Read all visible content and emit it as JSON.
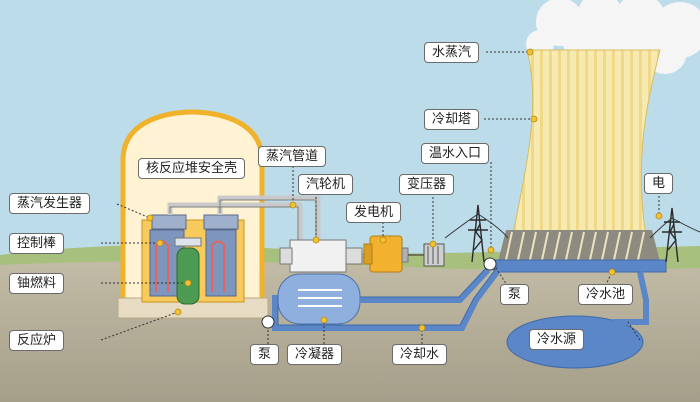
{
  "labels": {
    "containment": "核反应堆安全壳",
    "steam_generator": "蒸汽发生器",
    "control_rod": "控制棒",
    "uranium_fuel": "铀燃料",
    "reactor": "反应炉",
    "steam_pipe": "蒸汽管道",
    "turbine": "汽轮机",
    "generator": "发电机",
    "transformer": "变压器",
    "warm_water_inlet": "温水入口",
    "water_vapor": "水蒸汽",
    "cooling_tower": "冷却塔",
    "electricity": "电",
    "pump_right": "泵",
    "cooling_pool": "冷水池",
    "pump_left": "泵",
    "condenser": "冷凝器",
    "cooling_water": "冷却水",
    "cold_water_source": "冷水源"
  },
  "colors": {
    "sky": "#bcdcea",
    "ground": "#b3ad99",
    "containment_fill": "#fff2cf",
    "containment_border": "#f0b22a",
    "water": "#5b86c8",
    "tower": "#f3e6a6",
    "steam": "#f4f4f4"
  }
}
